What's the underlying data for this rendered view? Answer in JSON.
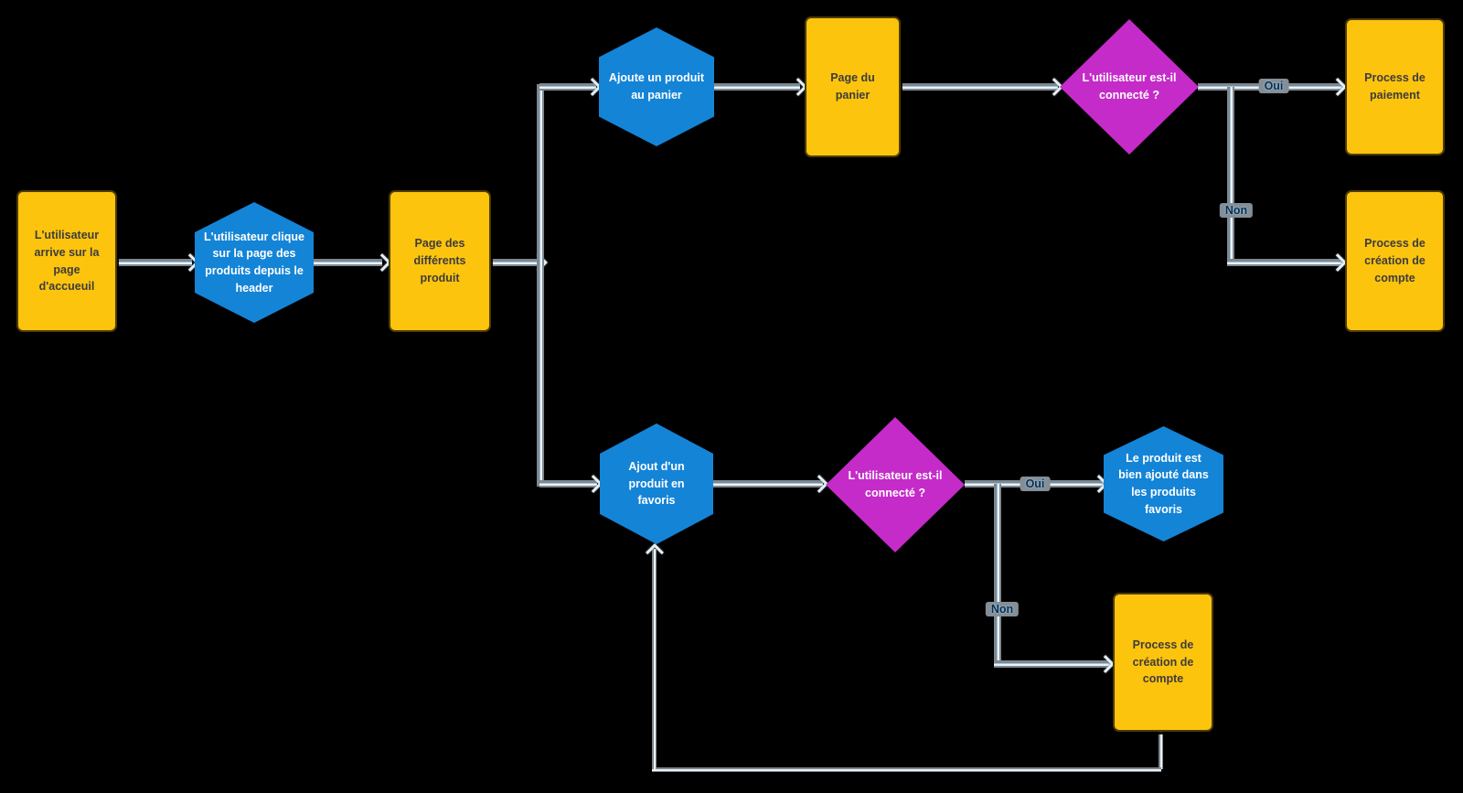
{
  "diagram": {
    "title": "",
    "background": "#000000",
    "colors": {
      "process": "#FDC40E",
      "action": "#1484D7",
      "decision": "#C52BC9",
      "line_outer": "#80878D",
      "line_blue": "#9CC6E2",
      "line_light": "#EAF2F8",
      "chip_bg": "#858E96",
      "chip_text": "#122B42",
      "process_text": "#3C3C3C"
    },
    "nodes": {
      "start": {
        "label": "L'utilisateur arrive sur la page d'accueuil",
        "type": "process"
      },
      "click_products": {
        "label": "L'utilisateur clique sur la page des produits depuis le header",
        "type": "action"
      },
      "products_page": {
        "label": "Page des différents produit",
        "type": "process"
      },
      "add_to_cart": {
        "label": "Ajoute un produit au panier",
        "type": "action"
      },
      "cart_page": {
        "label": "Page du panier",
        "type": "process"
      },
      "is_connected_cart": {
        "label": "L'utilisateur est-il connecté ?",
        "type": "decision"
      },
      "payment_process": {
        "label": "Process de paiement",
        "type": "process"
      },
      "account_creation_top": {
        "label": "Process de création de compte",
        "type": "process"
      },
      "add_to_favorites": {
        "label": "Ajout d'un produit en favoris",
        "type": "action"
      },
      "is_connected_fav": {
        "label": "L'utilisateur est-il connecté ?",
        "type": "decision"
      },
      "favorites_confirmed": {
        "label": "Le produit est bien ajouté dans les produits favoris",
        "type": "action"
      },
      "account_creation_bottom": {
        "label": "Process de création de compte",
        "type": "process"
      }
    },
    "edge_labels": {
      "yes_cart": "Oui",
      "no_cart": "Non",
      "yes_fav": "Oui",
      "no_fav": "Non"
    }
  }
}
